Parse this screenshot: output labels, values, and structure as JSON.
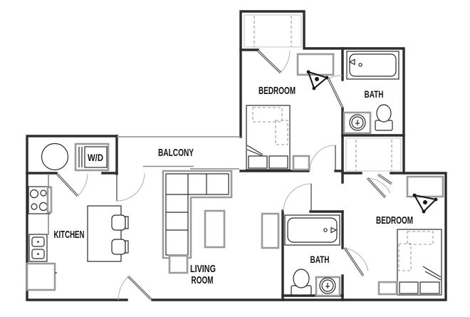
{
  "plan_title": "apartment-floor-plan",
  "rooms": {
    "bedroom_top": {
      "label": "BEDROOM"
    },
    "bath_top": {
      "label": "BATH"
    },
    "balcony": {
      "label": "BALCONY"
    },
    "laundry": {
      "label": "W/D"
    },
    "kitchen": {
      "label": "KITCHEN"
    },
    "living": {
      "line1": "LIVING",
      "line2": "ROOM"
    },
    "bath_bottom": {
      "label": "BATH"
    },
    "bedroom_right": {
      "label": "BEDROOM"
    }
  },
  "colors": {
    "background": "#ffffff",
    "wall": "#2d2d2d",
    "fixture_dark": "#2a2a2a",
    "fixture_gray": "#9b9b9b",
    "dashed_lines": "#999999",
    "door_arc": "#b4b4b4",
    "label_text": "#141414"
  }
}
